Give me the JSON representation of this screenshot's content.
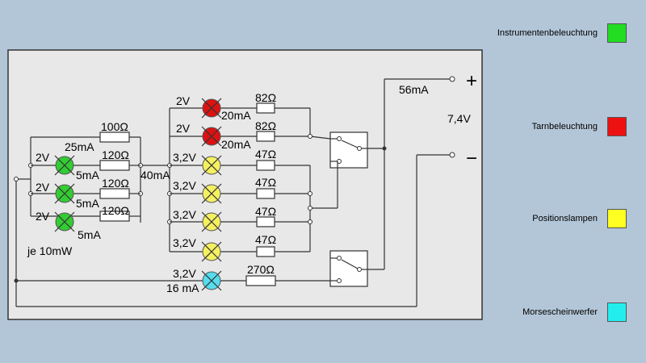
{
  "legend": [
    {
      "label": "Instrumentenbeleuchtung",
      "color": "#22dd22"
    },
    {
      "label": "Tarnbeleuchtung",
      "color": "#ee1111"
    },
    {
      "label": "Positionslampen",
      "color": "#ffff22"
    },
    {
      "label": "Morsescheinwerfer",
      "color": "#22eeee"
    }
  ],
  "colors": {
    "background": "#b3c6d8",
    "panel": "#e8e8e8",
    "green": "#33cc33",
    "red": "#dd1111",
    "yellow": "#f5f060",
    "cyan": "#55ddee"
  },
  "terminals": {
    "plus": "+",
    "minus": "−"
  },
  "labels": {
    "voltage_supply": "7,4V",
    "current_main": "56mA",
    "current_40": "40mA",
    "power_note": "je 10mW",
    "v_green": "2V",
    "v_red": "2V",
    "v_yellow": "3,2V",
    "v_cyan": "3,2V",
    "i_green_top": "25mA",
    "i_green_small": "5mA",
    "i_red": "20mA",
    "i_cyan": "16 mA",
    "r_100": "100Ω",
    "r_120": "120Ω",
    "r_82": "82Ω",
    "r_47": "47Ω",
    "r_270": "270Ω"
  }
}
